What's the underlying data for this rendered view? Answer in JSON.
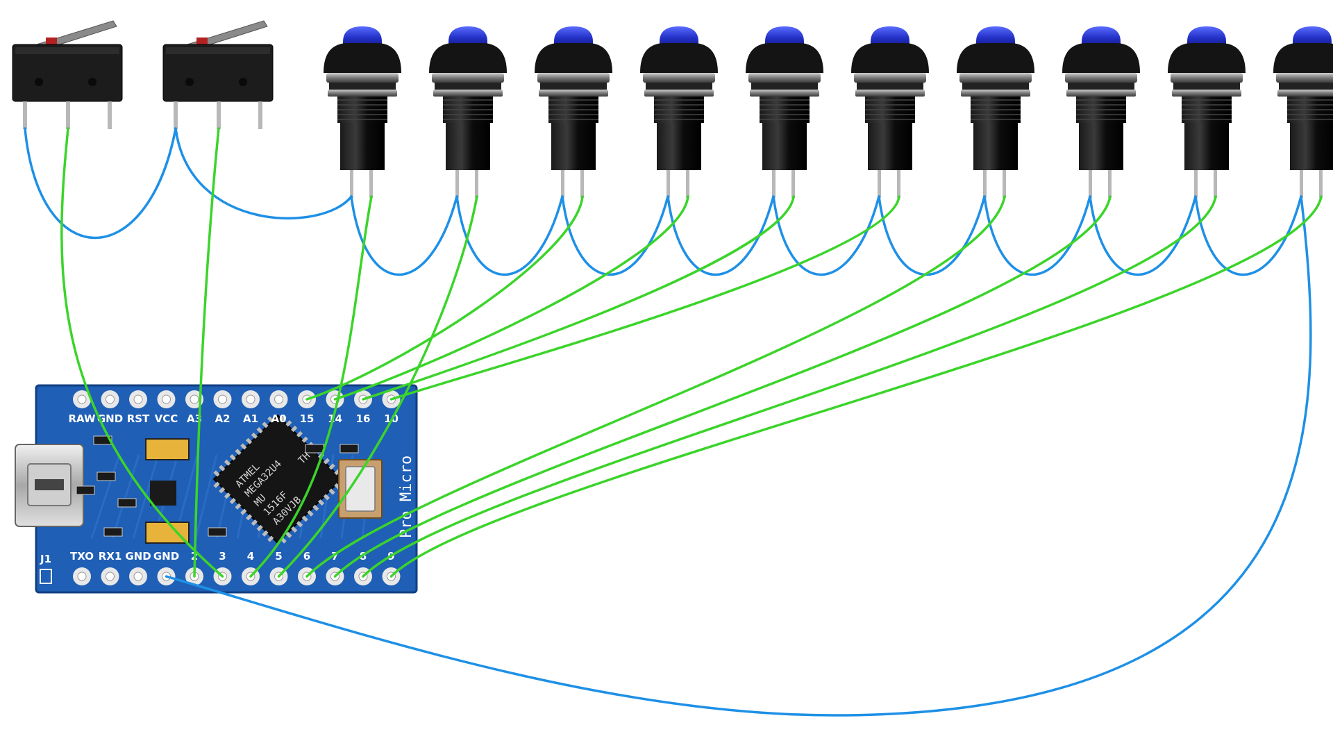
{
  "board": {
    "name": "Pro Micro",
    "top_pins": [
      "RAW",
      "GND",
      "RST",
      "VCC",
      "A3",
      "A2",
      "A1",
      "A0",
      "15",
      "14",
      "16",
      "10"
    ],
    "bottom_pins": [
      "TXO",
      "RX1",
      "GND",
      "GND",
      "2",
      "3",
      "4",
      "5",
      "6",
      "7",
      "8",
      "9"
    ],
    "j1_label": "J1",
    "chip_text": [
      "ATMEL",
      "MEGA32U4",
      "MU",
      "1516F",
      "A30VJB"
    ],
    "chip_mark": "TH",
    "colors": {
      "pcb": "#1f5fb5",
      "pcb_dark": "#123f82",
      "pad": "#e8e8e8"
    }
  },
  "components": {
    "micro_switches": 2,
    "push_buttons": 10
  },
  "wires": {
    "ground_color": "#1e90e6",
    "signal_color": "#3bd42a"
  }
}
